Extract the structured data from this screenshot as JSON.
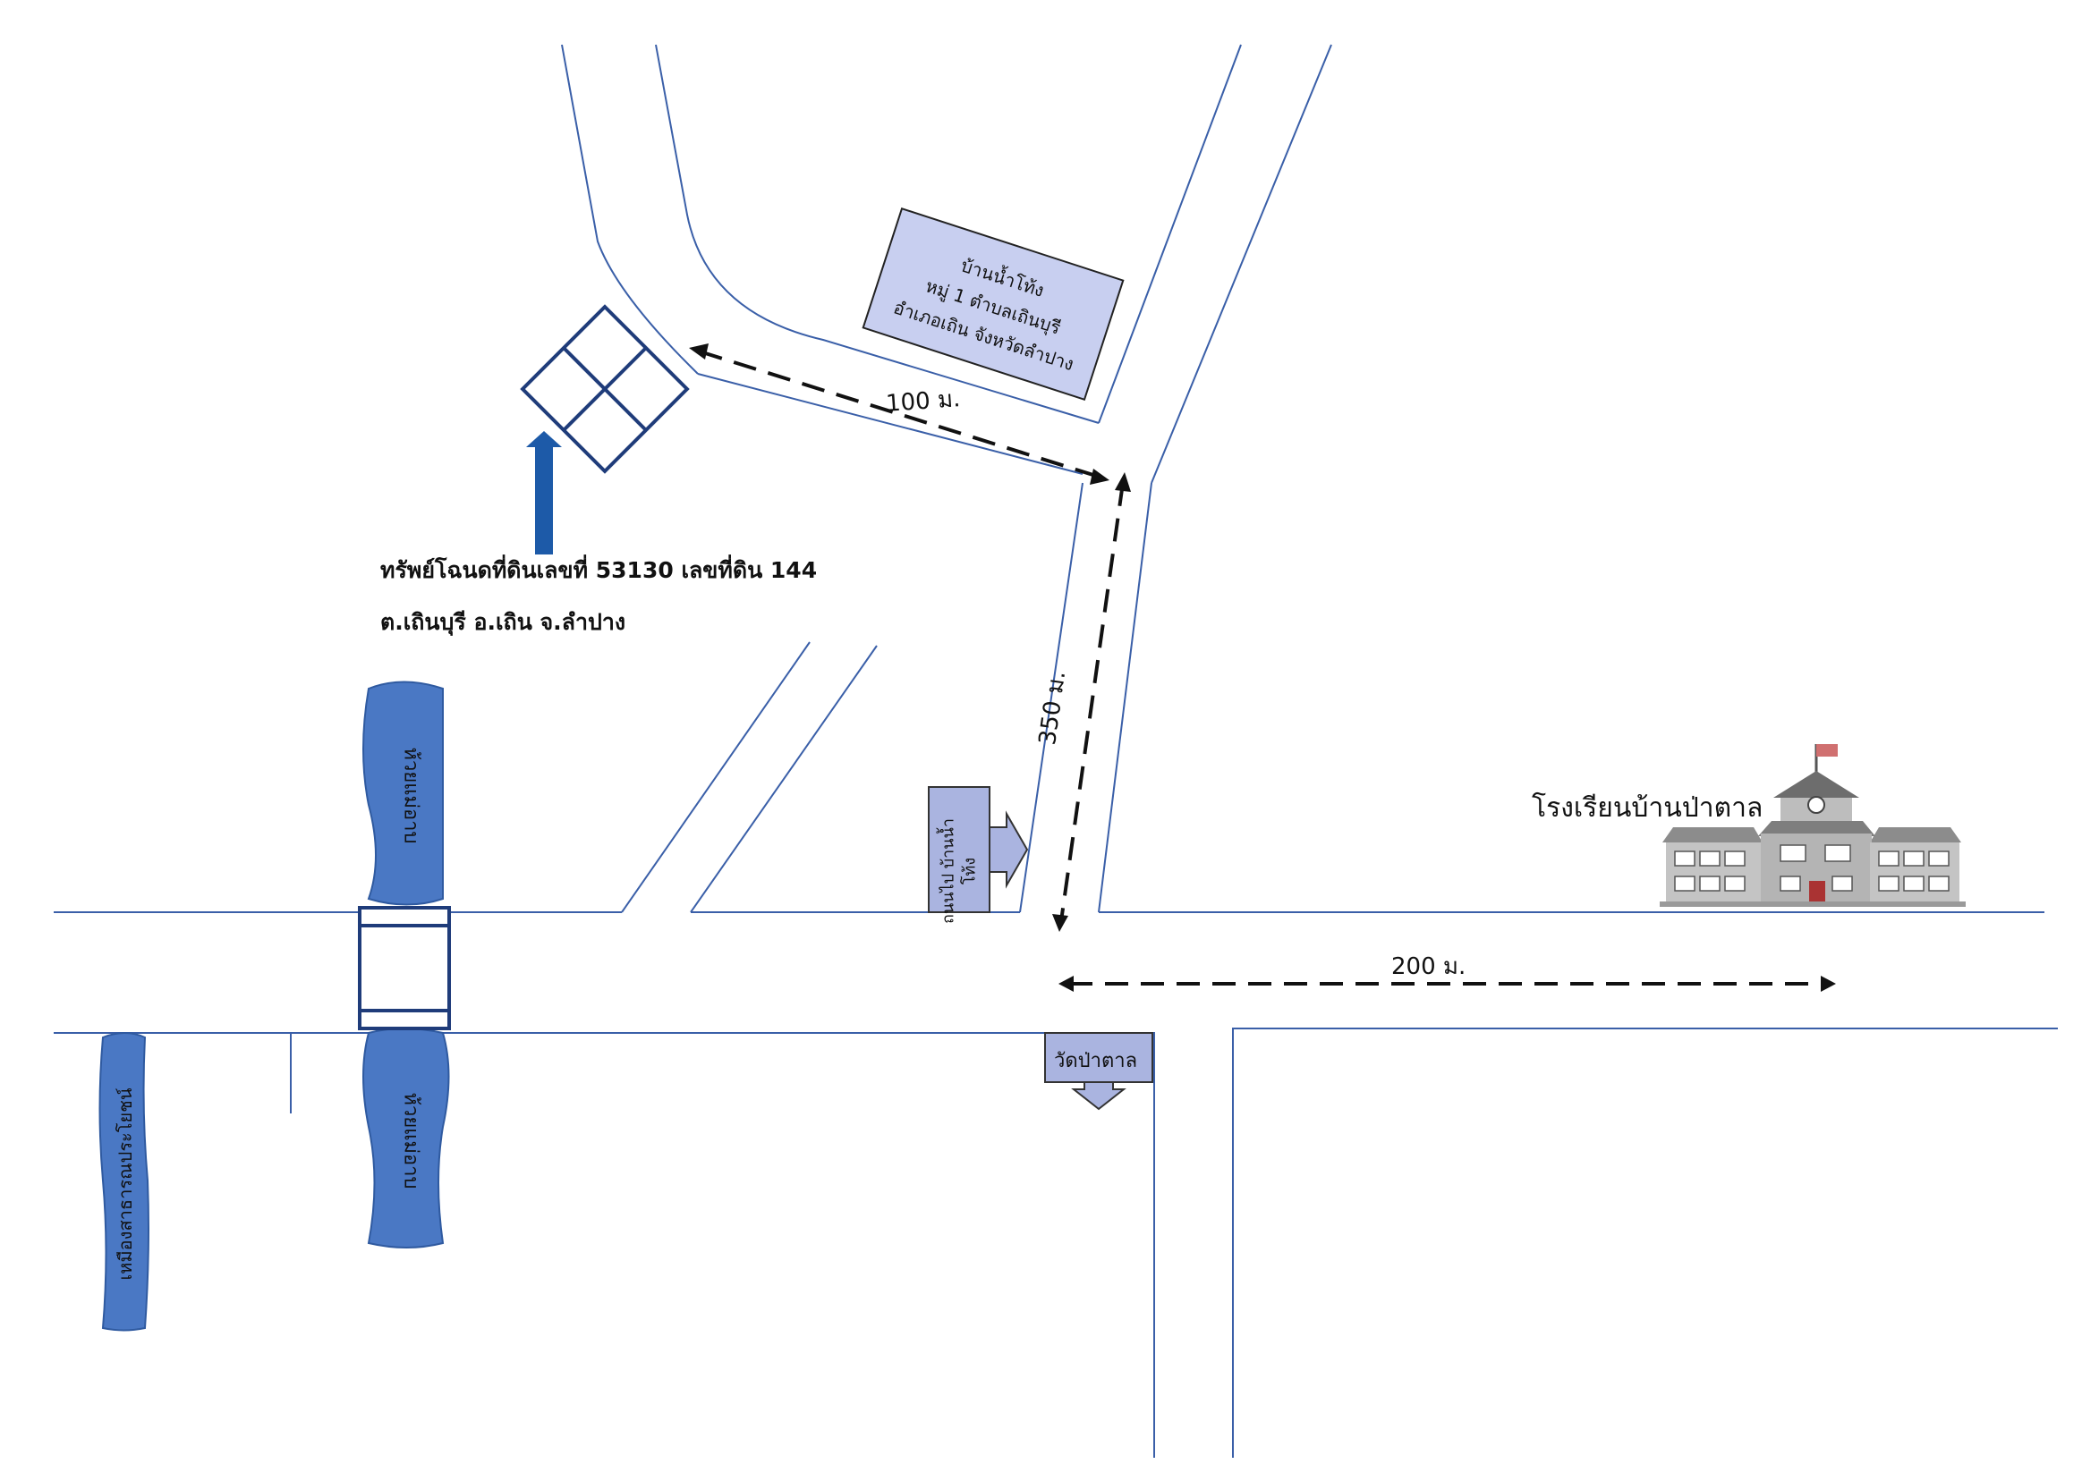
{
  "village_box": {
    "line1": "บ้านน้ำโท้ง",
    "line2": "หมู่ 1 ตำบลเถินบุรี",
    "line3": "อำเภอเถิน จังหวัดลำปาง"
  },
  "plot_caption": {
    "line1": "ทรัพย์โฉนดที่ดินเลขที่  53130 เลขที่ดิน  144",
    "line2": "ต.เถินบุรี  อ.เถิน  จ.ลำปาง"
  },
  "distances": {
    "d100": "100  ม.",
    "d350": "350 ม.",
    "d200": "200  ม."
  },
  "road_sign": "ถนนไป บ้านน้ำโท้ง",
  "temple_sign": "วัดป่าตาล",
  "school_label": "โรงเรียนบ้านป่าตาล",
  "stream_top": "ห้วยแม่อาบ",
  "stream_bottom": "ห้วยแม่อาบ",
  "public_ditch": "เหมืองสาธารณประโยชน์",
  "colors": {
    "road_line": "#3a5fa8",
    "plot": "#1f3c7a",
    "stream": "#4a78c4",
    "sign_fill": "#aab4e0",
    "box_fill": "#c8cff0",
    "arrow": "#1d5aa8"
  }
}
